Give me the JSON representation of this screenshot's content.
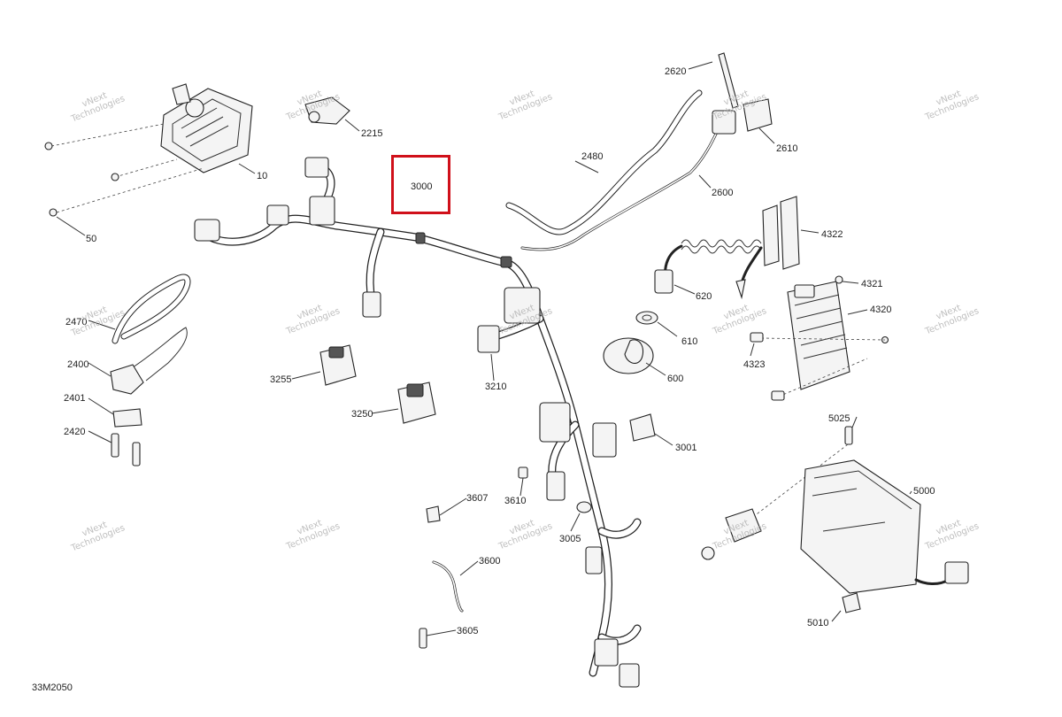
{
  "diagram_id": "33M2050",
  "watermark": {
    "line1": "vNext",
    "line2": "Technologies"
  },
  "highlighted_part": "3000",
  "parts": [
    {
      "id": "p10",
      "label": "10"
    },
    {
      "id": "p50",
      "label": "50"
    },
    {
      "id": "p2215",
      "label": "2215"
    },
    {
      "id": "p3000",
      "label": "3000"
    },
    {
      "id": "p2620",
      "label": "2620"
    },
    {
      "id": "p2610",
      "label": "2610"
    },
    {
      "id": "p2480",
      "label": "2480"
    },
    {
      "id": "p2600",
      "label": "2600"
    },
    {
      "id": "p4322",
      "label": "4322"
    },
    {
      "id": "p4321",
      "label": "4321"
    },
    {
      "id": "p4320",
      "label": "4320"
    },
    {
      "id": "p4323",
      "label": "4323"
    },
    {
      "id": "p620",
      "label": "620"
    },
    {
      "id": "p610",
      "label": "610"
    },
    {
      "id": "p600",
      "label": "600"
    },
    {
      "id": "p2470",
      "label": "2470"
    },
    {
      "id": "p2400",
      "label": "2400"
    },
    {
      "id": "p2401",
      "label": "2401"
    },
    {
      "id": "p2420",
      "label": "2420"
    },
    {
      "id": "p3255",
      "label": "3255"
    },
    {
      "id": "p3250",
      "label": "3250"
    },
    {
      "id": "p3210",
      "label": "3210"
    },
    {
      "id": "p3001",
      "label": "3001"
    },
    {
      "id": "p3610",
      "label": "3610"
    },
    {
      "id": "p3607",
      "label": "3607"
    },
    {
      "id": "p3005",
      "label": "3005"
    },
    {
      "id": "p3600",
      "label": "3600"
    },
    {
      "id": "p3605",
      "label": "3605"
    },
    {
      "id": "p5025",
      "label": "5025"
    },
    {
      "id": "p5000",
      "label": "5000"
    },
    {
      "id": "p5010",
      "label": "5010"
    }
  ]
}
